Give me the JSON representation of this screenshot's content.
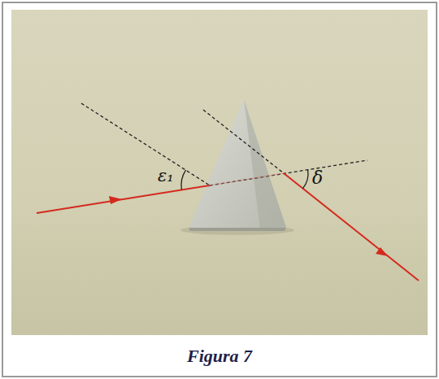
{
  "diagram": {
    "caption": "Figura 7",
    "labels": [
      "ε₁",
      "δ"
    ]
  }
}
